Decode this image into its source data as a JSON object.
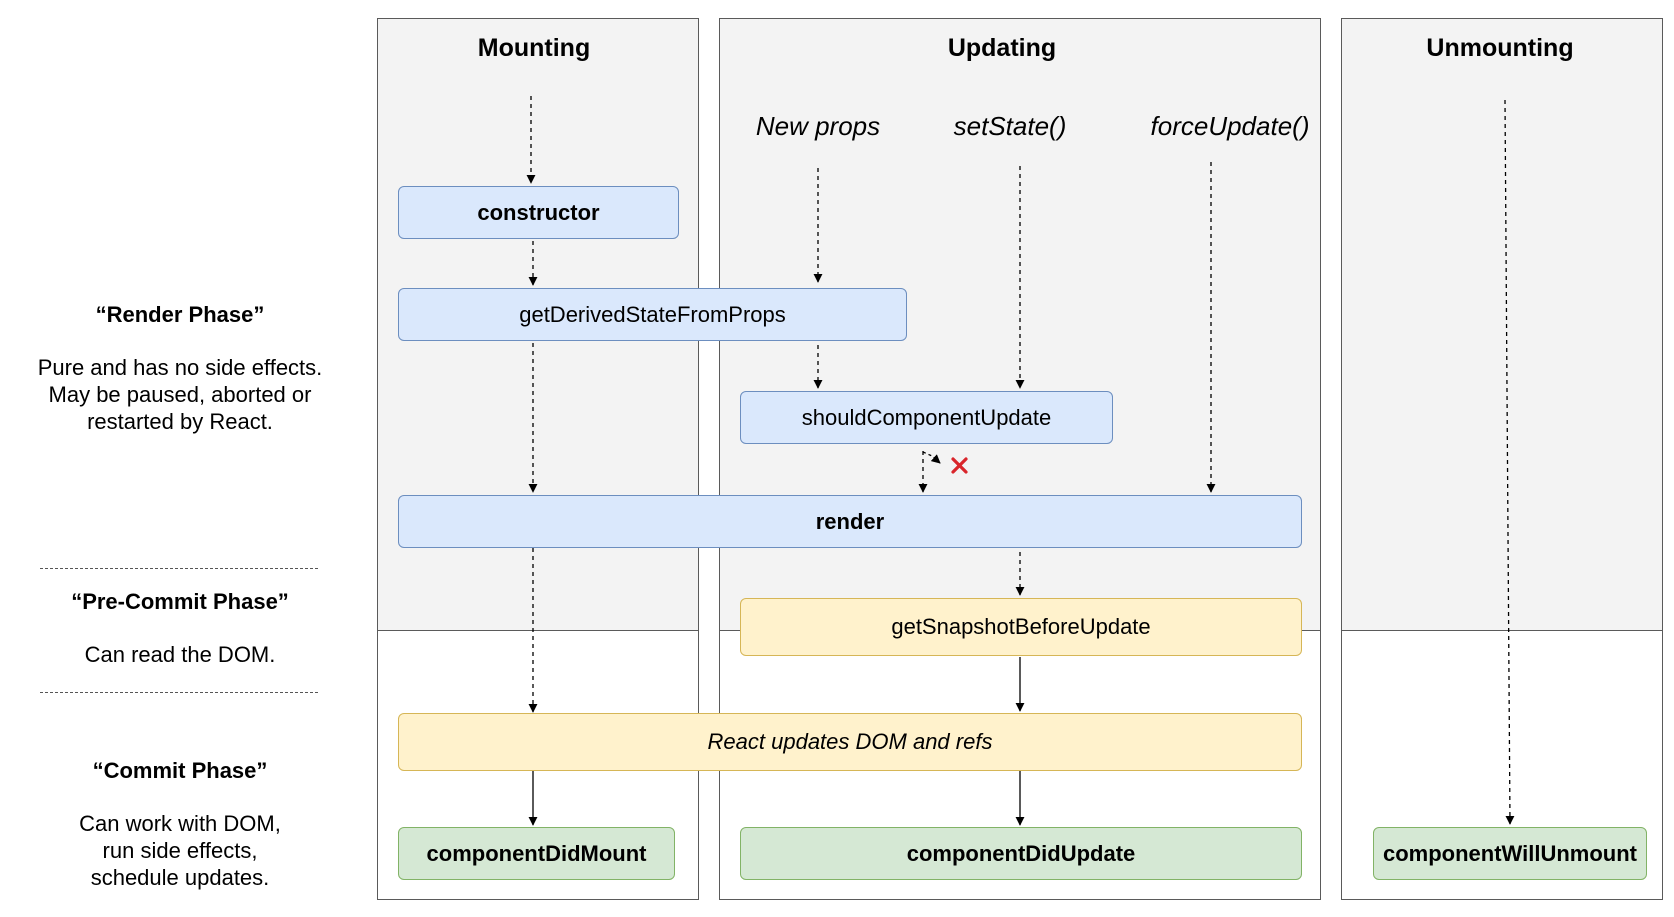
{
  "columns": {
    "mounting": "Mounting",
    "updating": "Updating",
    "unmounting": "Unmounting"
  },
  "triggers": {
    "new_props": "New props",
    "set_state": "setState()",
    "force_update": "forceUpdate()"
  },
  "methods": {
    "constructor": "constructor",
    "get_derived_state": "getDerivedStateFromProps",
    "should_component_update": "shouldComponentUpdate",
    "render": "render",
    "get_snapshot": "getSnapshotBeforeUpdate",
    "react_updates": "React updates DOM and refs",
    "component_did_mount": "componentDidMount",
    "component_did_update": "componentDidUpdate",
    "component_will_unmount": "componentWillUnmount"
  },
  "phases": {
    "render": {
      "title": "“Render Phase”",
      "line1": "Pure and has no side effects.",
      "line2": "May be paused, aborted or",
      "line3": "restarted by React."
    },
    "pre_commit": {
      "title": "“Pre-Commit Phase”",
      "line1": "Can read the DOM."
    },
    "commit": {
      "title": "“Commit Phase”",
      "line1": "Can work with DOM,",
      "line2": "run side effects,",
      "line3": "schedule updates."
    }
  },
  "colors": {
    "render_phase_box": "#dae8fc",
    "pre_commit_box": "#fff2cc",
    "commit_box": "#d5e8d4",
    "abort_mark": "#d9252b"
  },
  "icons": {
    "abort": "x-mark-icon"
  }
}
